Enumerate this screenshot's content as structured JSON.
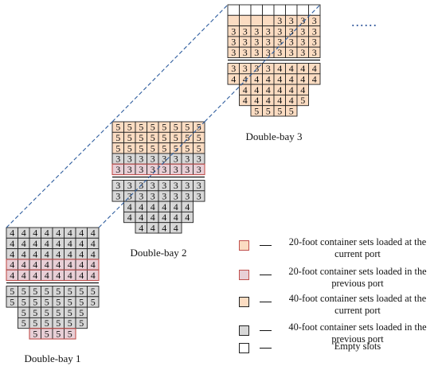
{
  "colors": {
    "orange": "#fbdcc2",
    "pink": "#e8cfd6",
    "pink_border": "#c0504d",
    "gray": "#d7d7d7",
    "white": "#ffffff",
    "grid": "#222222",
    "dash": "#2e5d9e"
  },
  "bays": [
    {
      "label": "Double-bay 1",
      "top_rows": [
        {
          "cells": [
            "4",
            "4",
            "4",
            "4",
            "4",
            "4",
            "4",
            "4"
          ],
          "fill": "gray",
          "shift": 0
        },
        {
          "cells": [
            "4",
            "4",
            "4",
            "4",
            "4",
            "4",
            "4",
            "4"
          ],
          "fill": "gray",
          "shift": 0
        },
        {
          "cells": [
            "4",
            "4",
            "4",
            "4",
            "4",
            "4",
            "4",
            "4"
          ],
          "fill": "gray",
          "shift": 0
        },
        {
          "cells": [
            "4",
            "4",
            "4",
            "4",
            "4",
            "4",
            "4",
            "4"
          ],
          "fill": "pink",
          "shift": 0
        },
        {
          "cells": [
            "4",
            "4",
            "4",
            "4",
            "4",
            "4",
            "4",
            "4"
          ],
          "fill": "pink",
          "shift": 0
        }
      ],
      "bottom_rows": [
        {
          "cells": [
            "5",
            "5",
            "5",
            "5",
            "5",
            "5",
            "5",
            "5"
          ],
          "fill": "gray",
          "shift": 0
        },
        {
          "cells": [
            "5",
            "5",
            "5",
            "5",
            "5",
            "5",
            "5",
            "5"
          ],
          "fill": "gray",
          "shift": 0
        },
        {
          "cells": [
            "5",
            "5",
            "5",
            "5",
            "5",
            "5"
          ],
          "fill": "gray",
          "shift": 1
        },
        {
          "cells": [
            "5",
            "5",
            "5",
            "5",
            "5",
            "5"
          ],
          "fill": "gray",
          "shift": 1
        },
        {
          "cells": [
            "5",
            "5",
            "5",
            "5"
          ],
          "fill": "pink",
          "shift": 2
        }
      ]
    },
    {
      "label": "Double-bay 2",
      "top_rows": [
        {
          "cells": [
            "5",
            "5",
            "5",
            "5",
            "5",
            "5",
            "5",
            "5"
          ],
          "fill": "orange",
          "shift": 0
        },
        {
          "cells": [
            "5",
            "5",
            "5",
            "5",
            "5",
            "5",
            "5",
            "5"
          ],
          "fill": "orange",
          "shift": 0
        },
        {
          "cells": [
            "5",
            "5",
            "5",
            "5",
            "5",
            "5",
            "5",
            "5"
          ],
          "fill": "orange",
          "shift": 0
        },
        {
          "cells": [
            "3",
            "3",
            "3",
            "3",
            "3",
            "3",
            "3",
            "3"
          ],
          "fill": "gray",
          "shift": 0
        },
        {
          "cells": [
            "3",
            "3",
            "3",
            "3",
            "3",
            "3",
            "3",
            "3"
          ],
          "fill": "pink",
          "shift": 0
        }
      ],
      "bottom_rows": [
        {
          "cells": [
            "3",
            "3",
            "3",
            "3",
            "3",
            "3",
            "3",
            "3"
          ],
          "fill": "gray",
          "shift": 0
        },
        {
          "cells": [
            "3",
            "3",
            "3",
            "3",
            "3",
            "3",
            "3",
            "3"
          ],
          "fill": "gray",
          "shift": 0
        },
        {
          "cells": [
            "4",
            "4",
            "4",
            "4",
            "4",
            "4"
          ],
          "fill": "gray",
          "shift": 1
        },
        {
          "cells": [
            "4",
            "4",
            "4",
            "4",
            "4",
            "4"
          ],
          "fill": "gray",
          "shift": 1
        },
        {
          "cells": [
            "4",
            "4",
            "4",
            "4"
          ],
          "fill": "gray",
          "shift": 2
        }
      ]
    },
    {
      "label": "Double-bay 3",
      "top_rows": [
        {
          "cells": [
            "",
            "",
            "",
            "",
            "",
            "",
            "",
            ""
          ],
          "fill": "white",
          "shift": 0
        },
        {
          "cells": [
            "",
            "",
            "",
            "",
            "3",
            "3",
            "3",
            "3"
          ],
          "fill": "orange",
          "shift": 0
        },
        {
          "cells": [
            "3",
            "3",
            "3",
            "3",
            "3",
            "3",
            "3",
            "3"
          ],
          "fill": "orange",
          "shift": 0
        },
        {
          "cells": [
            "3",
            "3",
            "3",
            "3",
            "3",
            "3",
            "3",
            "3"
          ],
          "fill": "orange",
          "shift": 0
        },
        {
          "cells": [
            "3",
            "3",
            "3",
            "3",
            "3",
            "3",
            "3",
            "3"
          ],
          "fill": "orange",
          "shift": 0
        }
      ],
      "bottom_rows": [
        {
          "cells": [
            "3",
            "3",
            "3",
            "3",
            "4",
            "4",
            "4",
            "4"
          ],
          "fill": "orange",
          "shift": 0
        },
        {
          "cells": [
            "4",
            "4",
            "4",
            "4",
            "4",
            "4",
            "4",
            "4"
          ],
          "fill": "orange",
          "shift": 0
        },
        {
          "cells": [
            "4",
            "4",
            "4",
            "4",
            "4",
            "4"
          ],
          "fill": "orange",
          "shift": 1
        },
        {
          "cells": [
            "4",
            "4",
            "4",
            "4",
            "4",
            "5"
          ],
          "fill": "orange",
          "shift": 1
        },
        {
          "cells": [
            "5",
            "5",
            "5",
            "5"
          ],
          "fill": "orange",
          "shift": 2
        }
      ]
    }
  ],
  "legend": [
    {
      "label": "20-foot container sets loaded at the current port",
      "fill": "orange",
      "border": "pink_border"
    },
    {
      "label": "20-foot container sets loaded in the previous port",
      "fill": "pink",
      "border": "pink_border"
    },
    {
      "label": "40-foot container sets loaded at the current port",
      "fill": "orange",
      "border": "grid"
    },
    {
      "label": "40-foot container sets loaded in the previous port",
      "fill": "gray",
      "border": "grid"
    },
    {
      "label": "Empty slots",
      "fill": "white",
      "border": "grid"
    }
  ],
  "continuation": "......"
}
